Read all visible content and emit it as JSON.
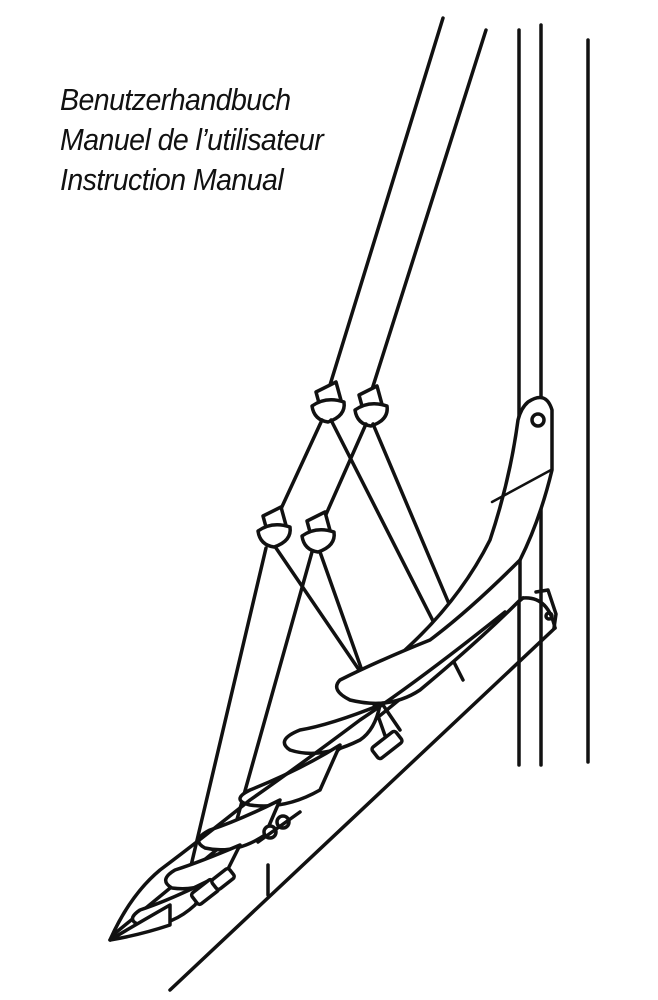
{
  "cover": {
    "titles": [
      "Benutzerhandbuch",
      "Manuel de l’utilisateur",
      "Instruction Manual"
    ]
  },
  "colors": {
    "ink": "#111111",
    "background": "#ffffff"
  },
  "illustration": {
    "icon": "furled-sail-boom-lazyjack-icon"
  }
}
